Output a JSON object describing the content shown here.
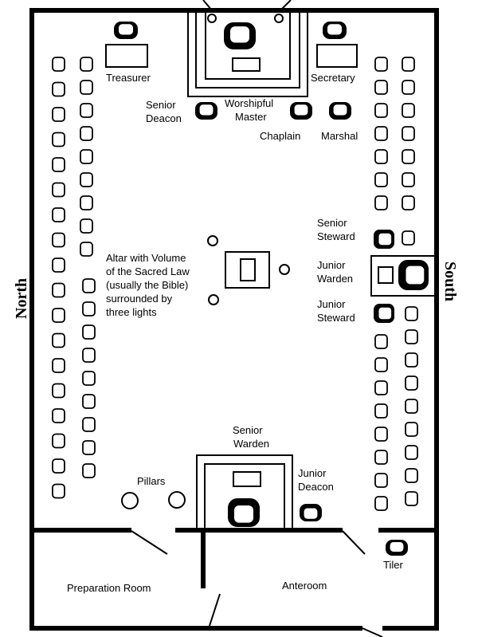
{
  "directions": {
    "north": "North",
    "south": "South"
  },
  "labels": {
    "treasurer": "Treasurer",
    "secretary": "Secretary",
    "senior_deacon": [
      "Senior",
      "Deacon"
    ],
    "worshipful_master": [
      "Worshipful",
      "Master"
    ],
    "chaplain": "Chaplain",
    "marshal": "Marshal",
    "senior_steward": [
      "Senior",
      "Steward"
    ],
    "junior_warden": [
      "Junior",
      "Warden"
    ],
    "junior_steward": [
      "Junior",
      "Steward"
    ],
    "altar": [
      "Altar with Volume",
      "of the Sacred Law",
      "(usually the Bible)",
      "surrounded by",
      "three lights"
    ],
    "senior_warden": [
      "Senior",
      "Warden"
    ],
    "junior_deacon": [
      "Junior",
      "Deacon"
    ],
    "pillars": "Pillars",
    "tiler": "Tiler",
    "preparation_room": "Preparation Room",
    "anteroom": "Anteroom"
  }
}
